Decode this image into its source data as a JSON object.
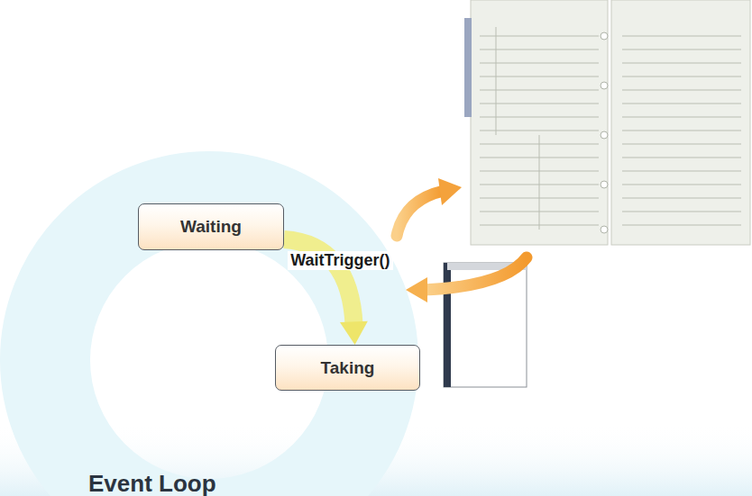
{
  "diagram": {
    "title": "Event Loop",
    "nodes": [
      {
        "text": [
          "Waiting"
        ]
      },
      {
        "text": [
          "Taking"
        ]
      }
    ],
    "edges": [
      {
        "from": 0,
        "to": 1,
        "arrow": "to",
        "label": "WaitTrigger()"
      }
    ]
  }
}
